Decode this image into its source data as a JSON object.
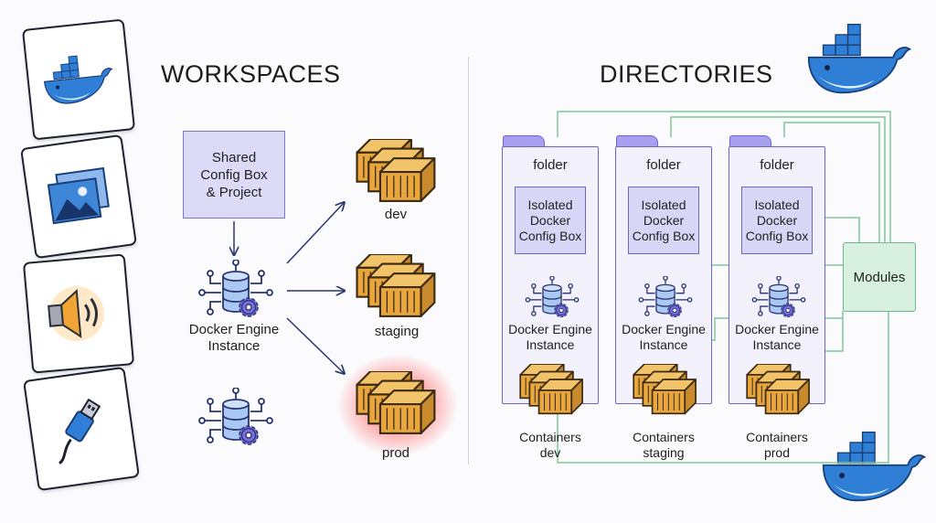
{
  "workspaces": {
    "heading": "WORKSPACES",
    "shared_box": [
      "Shared",
      "Config Box",
      "& Project"
    ],
    "engine_label": [
      "Docker Engine",
      "Instance"
    ],
    "environments": [
      {
        "label": "dev",
        "highlighted": false
      },
      {
        "label": "staging",
        "highlighted": false
      },
      {
        "label": "prod",
        "highlighted": true
      }
    ]
  },
  "directories": {
    "heading": "DIRECTORIES",
    "folders": [
      {
        "label": "folder",
        "isolated": [
          "Isolated",
          "Docker",
          "Config Box"
        ],
        "engine": [
          "Docker Engine",
          "Instance"
        ],
        "containers": [
          "Containers",
          "dev"
        ]
      },
      {
        "label": "folder",
        "isolated": [
          "Isolated",
          "Docker",
          "Config Box"
        ],
        "engine": [
          "Docker Engine",
          "Instance"
        ],
        "containers": [
          "Containers",
          "staging"
        ]
      },
      {
        "label": "folder",
        "isolated": [
          "Isolated",
          "Docker",
          "Config Box"
        ],
        "engine": [
          "Docker Engine",
          "Instance"
        ],
        "containers": [
          "Containers",
          "prod"
        ]
      }
    ],
    "modules_label": "Modules"
  },
  "side_cards": [
    {
      "icon": "docker-whale-icon"
    },
    {
      "icon": "image-icon"
    },
    {
      "icon": "speaker-icon"
    },
    {
      "icon": "usb-cable-icon"
    }
  ],
  "colors": {
    "purple_fill": "#dcdaf6",
    "purple_border": "#6d66c8",
    "green_fill": "#d7f0df",
    "green_line": "#7ec79a",
    "navy_arrow": "#2a3570",
    "docker_blue": "#2f7fd6",
    "crate_orange": "#e9a63c",
    "prod_glow": "#ff4a4a"
  }
}
